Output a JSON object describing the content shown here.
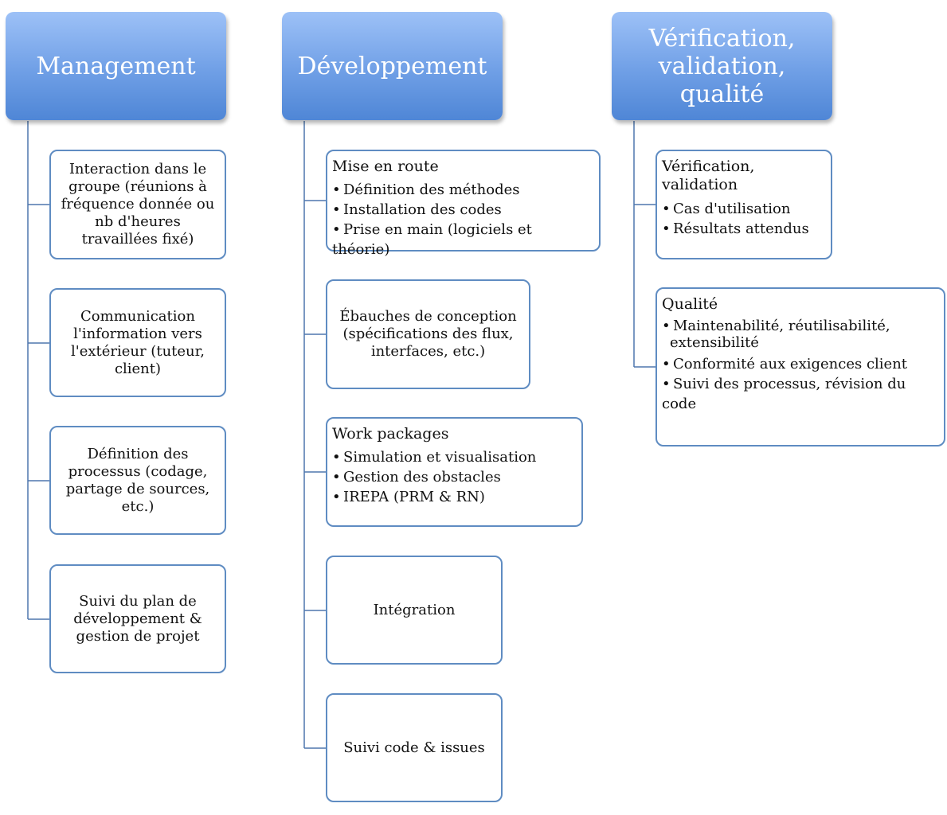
{
  "columns": [
    {
      "title": "Management",
      "items": [
        {
          "text": "Interaction dans le groupe (réunions à fréquence donnée ou nb d'heures travaillées fixé)"
        },
        {
          "text": "Communication l'information vers l'extérieur (tuteur, client)"
        },
        {
          "text": "Définition des processus (codage, partage de sources, etc.)"
        },
        {
          "text": "Suivi du plan de développement & gestion de projet"
        }
      ]
    },
    {
      "title": "Développement",
      "items": [
        {
          "title": "Mise en route",
          "bullets": [
            "Définition des méthodes",
            "Installation des codes",
            "Prise en main (logiciels et théorie)"
          ]
        },
        {
          "text": "Ébauches de conception (spécifications des flux, interfaces, etc.)"
        },
        {
          "title": "Work packages",
          "bullets": [
            "Simulation et visualisation",
            "Gestion des obstacles",
            "IREPA (PRM & RN)"
          ]
        },
        {
          "text": "Intégration"
        },
        {
          "text": "Suivi code & issues"
        }
      ]
    },
    {
      "title": "Vérification, validation, qualité",
      "items": [
        {
          "title": "Vérification, validation",
          "bullets": [
            "Cas d'utilisation",
            "Résultats attendus"
          ]
        },
        {
          "title": "Qualité",
          "bullets": [
            "Maintenabilité, réutilisabilité,",
            "Conformité aux exigences client",
            "Suivi des processus, révision du code"
          ],
          "continuation": "extensibilité"
        }
      ]
    }
  ],
  "bullet_symbol": "•",
  "colors": {
    "header_top": "#9dc1f7",
    "header_bottom": "#4f86d6",
    "box_border": "#5f8cc2",
    "connector": "#4e77ad"
  }
}
